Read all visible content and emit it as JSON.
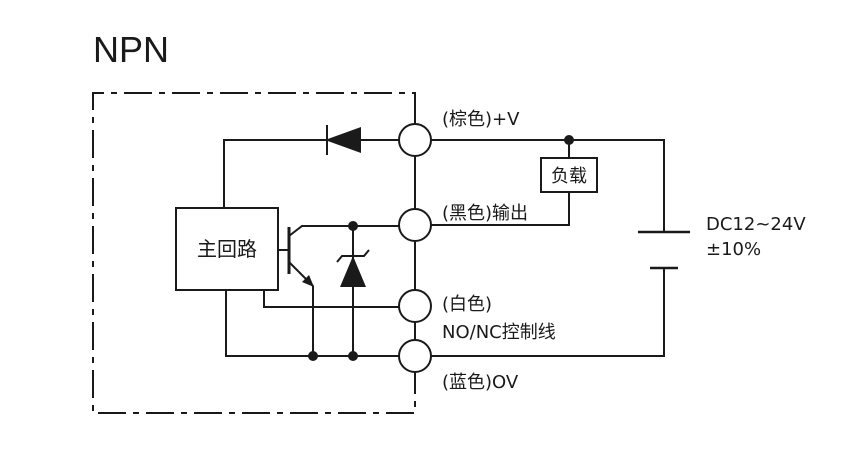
{
  "title": "NPN",
  "circuit": {
    "main_circuit_label": "主回路",
    "load_label": "负载"
  },
  "terminals": {
    "brown": "(棕色)+V",
    "black": "(黑色)输出",
    "white_line1": "(白色)",
    "white_line2": "NO/NC控制线",
    "blue": "(蓝色)OV"
  },
  "power_supply": {
    "voltage": "DC12~24V",
    "tolerance": "±10%"
  }
}
